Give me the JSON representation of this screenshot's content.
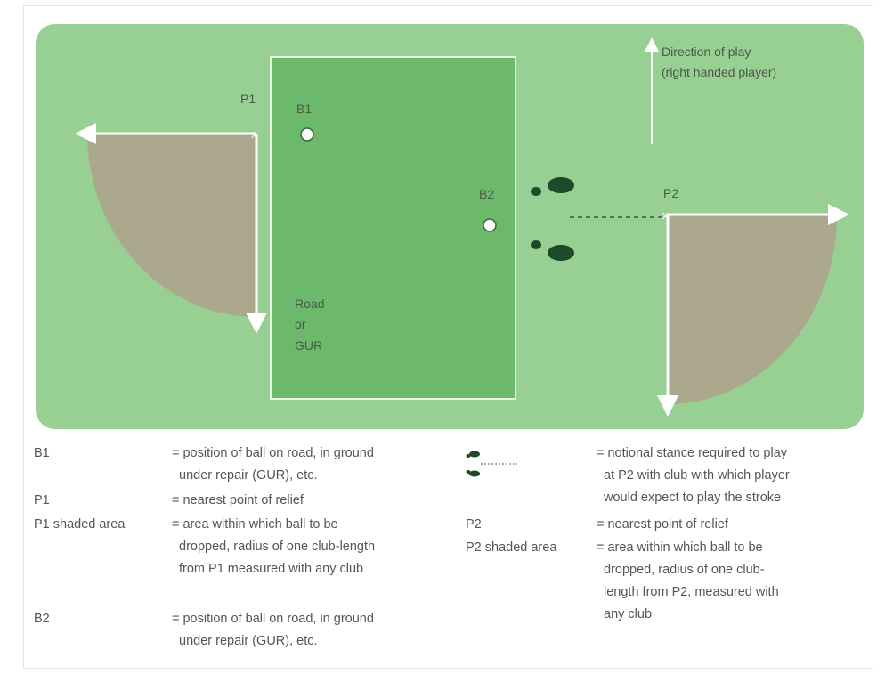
{
  "diagram": {
    "direction_label_line1": "Direction of play",
    "direction_label_line2": "(right handed player)",
    "p1_label": "P1",
    "b1_label": "B1",
    "b2_label": "B2",
    "p2_label": "P2",
    "road_label_line1": "Road",
    "road_label_line2": "or",
    "road_label_line3": "GUR",
    "colors": {
      "field": "#98cf92",
      "road": "#6db96c",
      "road_border": "#e9f4e4",
      "shaded_area": "#aba88d",
      "footprints": "#1f4a2a",
      "ball": "#ffffff",
      "text": "#4a5a4a"
    }
  },
  "legend": {
    "left": [
      {
        "term": "B1",
        "lines": [
          "= position of ball on road, in ground",
          "under repair (GUR), etc."
        ]
      },
      {
        "term": "P1",
        "lines": [
          "= nearest point of relief"
        ]
      },
      {
        "term": "P1 shaded area",
        "lines": [
          "= area within which ball to be",
          "dropped, radius of one club-length",
          "from P1 measured with any club"
        ]
      },
      {
        "term": "B2",
        "lines": [
          "= position of ball on road, in ground",
          "under repair (GUR), etc."
        ]
      }
    ],
    "right": [
      {
        "term_icon": "stance-icon",
        "lines": [
          "= notional stance required to play",
          "at P2 with club with which player",
          "would expect to play the stroke"
        ]
      },
      {
        "term": "P2",
        "lines": [
          "= nearest point of relief"
        ]
      },
      {
        "term": "P2 shaded area",
        "lines": [
          "= area within which ball to be",
          "dropped, radius of one club-",
          "length from P2, measured with",
          "any club"
        ]
      }
    ]
  }
}
